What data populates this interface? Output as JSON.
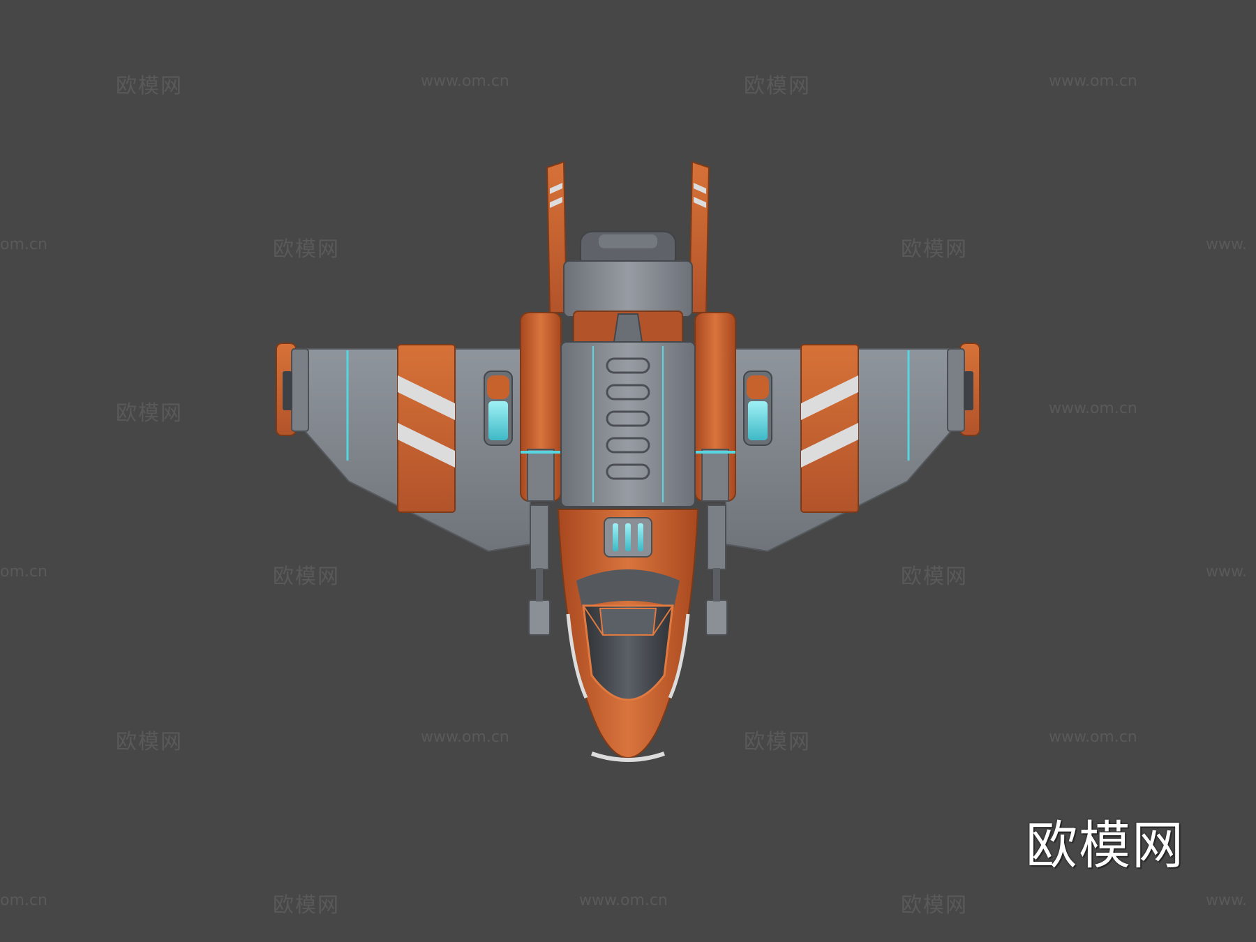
{
  "watermark": {
    "brand_cn": "欧模网",
    "url": "www.om.cn",
    "url_cut_left": "om.cn",
    "url_cut_right": "www."
  },
  "logo": {
    "text": "欧模网"
  },
  "subject": {
    "icon": "spaceship-3d-render-icon",
    "colors": {
      "background": "#474747",
      "hull_orange": "#c8622c",
      "hull_gray": "#8a9097",
      "accent_cyan": "#56d6e0",
      "stripe_white": "#dcdcdc"
    }
  }
}
